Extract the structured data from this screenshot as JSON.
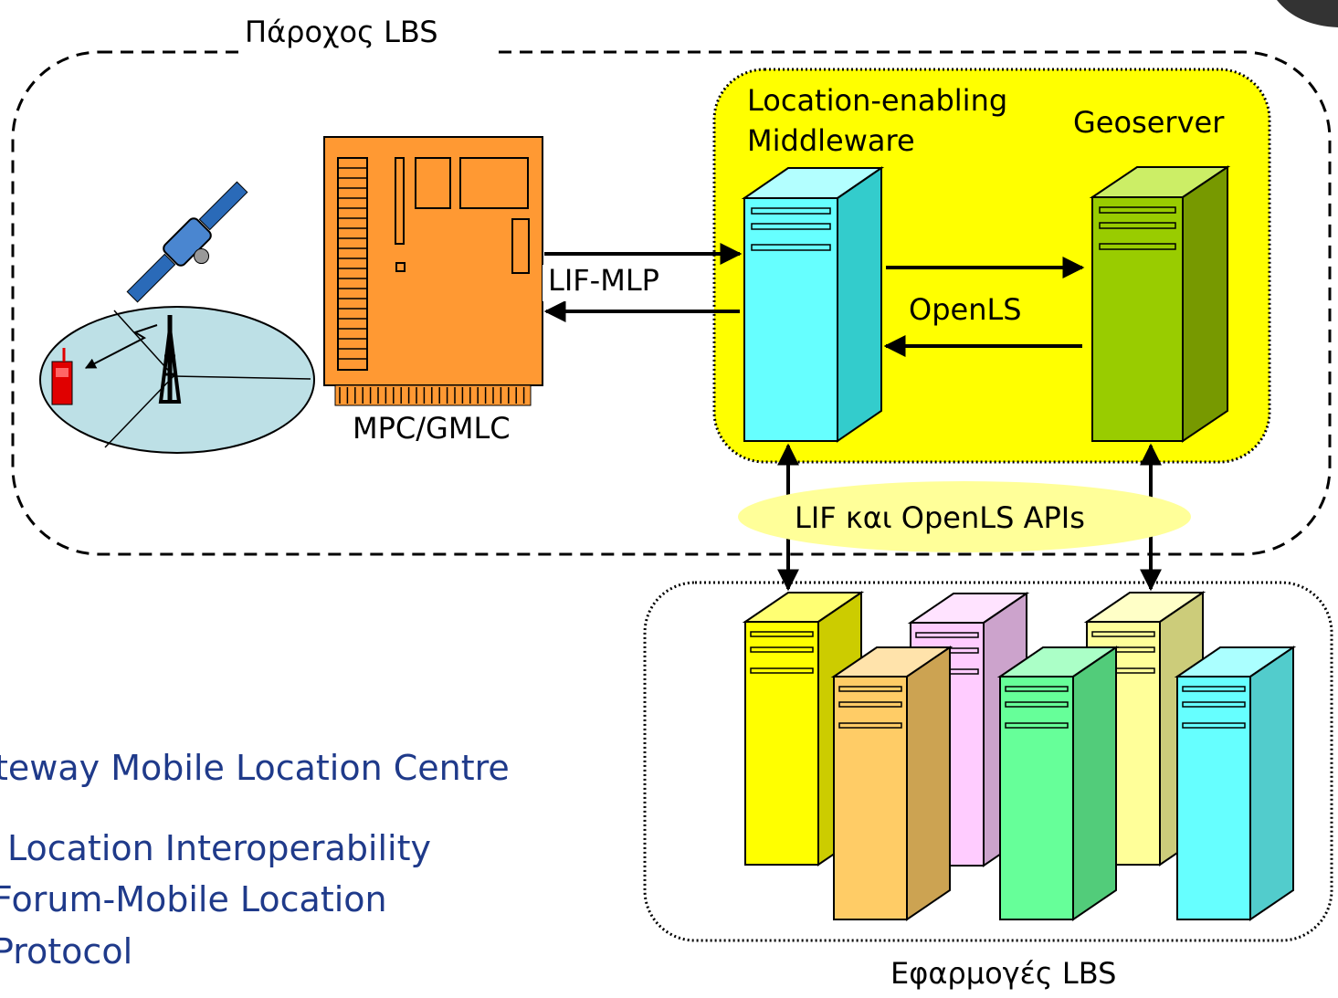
{
  "labels": {
    "provider": "Πάροχος LBS",
    "middleware_line1": "Location-enabling",
    "middleware_line2": "Middleware",
    "geoserver": "Geoserver",
    "lif_mlp": "LIF-MLP",
    "openls": "OpenLS",
    "mpc_gmlc": "MPC/GMLC",
    "apis": "LIF και OpenLS APIs",
    "applications": "Εφαρμογές LBS"
  },
  "notes": {
    "line1": "teway Mobile Location Centre",
    "line2": "Location Interoperability",
    "line3": "Forum-Mobile Location",
    "line4": "Protocol"
  },
  "icons": [
    "satellite-icon",
    "cell-tower-icon",
    "mobile-phone-icon",
    "server-icon",
    "circuit-board-icon"
  ],
  "colors": {
    "middleware_box": "#ffff00",
    "mpc_board": "#ff9933",
    "middleware_server": "#66ffff",
    "geoserver_server": "#99cc00",
    "coverage_area": "#bde0e6",
    "apis_ellipse": "#ffff99",
    "note_text": "#1f3a8a",
    "app_servers": [
      "#ffff00",
      "#ffcc66",
      "#ffccff",
      "#66ff99",
      "#ffff99",
      "#66ffff"
    ]
  }
}
